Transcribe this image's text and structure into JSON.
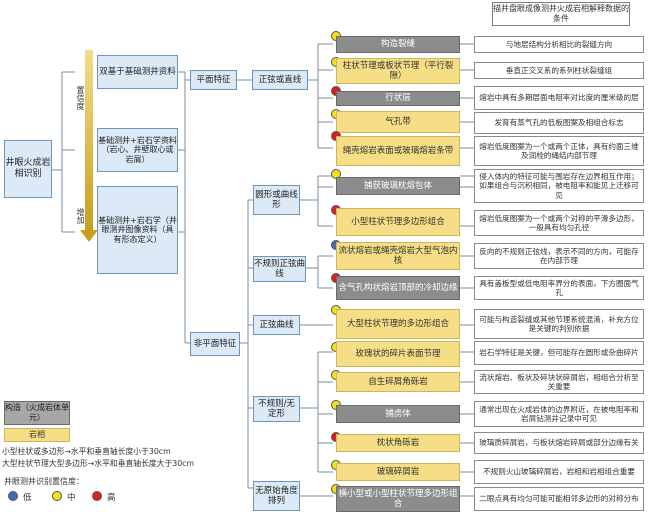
{
  "root": "井眼火成岩相识别",
  "inputs": [
    "双基于基础测井资料",
    "基础测井+岩石学资料（岩心、井壁取心或岩屑）",
    "基础测井+岩石学（井眼测井图像资料（具有形态定义）"
  ],
  "arrow": {
    "top": "置信度",
    "bottom": "增加"
  },
  "level1": [
    "平面特征",
    "非平面特征"
  ],
  "level2": [
    "正弦或直线",
    "圆形或曲线形",
    "不规则正弦曲线",
    "正弦曲线",
    "不规则/无定形",
    "无原始角度排列"
  ],
  "header": "描井盘眼成像测井火成岩相解释数据的条件",
  "rows": [
    {
      "label": "构造裂缝",
      "style": "gray",
      "dot": "yellow",
      "desc": "与地层结构分析相比的裂缝方向"
    },
    {
      "label": "柱状节理或板状节理（平行裂隙）",
      "style": "yellow",
      "dot": "yellow",
      "desc": "垂直正交叉系的系列柱状裂缝组"
    },
    {
      "label": "行状层",
      "style": "gray",
      "dot": "red",
      "desc": "熔岩中具有多期层面电阻率对比度的厘米级的层"
    },
    {
      "label": "气孔带",
      "style": "yellow",
      "dot": "yellow",
      "desc": "发育有蒸气孔的低板图案及相组合标志"
    },
    {
      "label": "绳壳熔岩表面或玻璃熔岩条带",
      "style": "yellow",
      "dot": "red",
      "desc": "熔岩低度图案为一个或两个正体，具有约面三维及润栓的绳结内部节理"
    },
    {
      "label": "捕获玻璃枕熔包体",
      "style": "gray",
      "dot": "yellow",
      "desc": "侵入体内的特征可能与围岩存在边界相互作用；如果组合与沉积相同，被电阻率和能见上迁移可见"
    },
    {
      "label": "小型柱状节理多边形组合",
      "style": "yellow",
      "dot": "red",
      "desc": "熔岩低度图案为一个或两个对称的平滑多边形，一般具有均匀孔径"
    },
    {
      "label": "流状熔岩或绳壳熔岩大型气泡内核",
      "style": "yellow",
      "dot": "blue",
      "desc": "反向的不规则正弦线，表示不同的方向，可能存在内部节理"
    },
    {
      "label": "含气孔构状熔岩顶部的冷却边缘",
      "style": "gray",
      "dot": "red",
      "desc": "具有盖板型或低电阻率界分的表面，下方圈面气孔"
    },
    {
      "label": "大型柱状节理的多边形组合",
      "style": "yellow",
      "dot": "yellow",
      "desc": "可能与构造裂缝或其他节理系统混淆，补充方位是关键的判别依据"
    },
    {
      "label": "玫瑰状的碎片表面节理",
      "style": "yellow",
      "dot": "yellow",
      "desc": "岩石学特征是关键，但可能存在圆形或杂曲碎片"
    },
    {
      "label": "自生碎屑角砾岩",
      "style": "yellow",
      "dot": "yellow",
      "desc": "流状熔岩、板状及碎块状碎屑岩，相组合分析至关重要"
    },
    {
      "label": "捕虏体",
      "style": "gray",
      "dot": "yellow",
      "desc": "通常出现在火成岩体的边界附近，在被电阻率和岩屑钻测井记录中可见"
    },
    {
      "label": "枕状角砾岩",
      "style": "yellow",
      "dot": "red",
      "desc": "玻璃质碎屑岩，与板状熔岩碎屑或部分边缘有关"
    },
    {
      "label": "玻璃碎屑岩",
      "style": "yellow",
      "dot": "yellow",
      "desc": "不规则火山玻璃碎屑岩，岩相和岩相组合重要"
    },
    {
      "label": "横小型或小型柱状节理多边形组合",
      "style": "gray",
      "dot": "yellow",
      "desc": "二眼点具有均匀可能可能相邻多边形的对称分布"
    }
  ],
  "legend": {
    "gray_label": "构造（火成岩体单元）",
    "yellow_label": "岩相",
    "note1": "小型柱状或多边形→水平和垂直轴长度小于30cm",
    "note2": "大型柱状节理大型多边形→水平和垂直轴长度大于30cm",
    "confidence_title": "井眼测井识别置信度：",
    "low": "低",
    "mid": "中",
    "high": "高"
  },
  "colors": {
    "gray": "#8c8c8c",
    "yellow": "#f6de86",
    "blue": "#dce9f6",
    "dot_yellow": "#f2e218",
    "dot_red": "#d92020",
    "dot_blue": "#4a66b8"
  }
}
